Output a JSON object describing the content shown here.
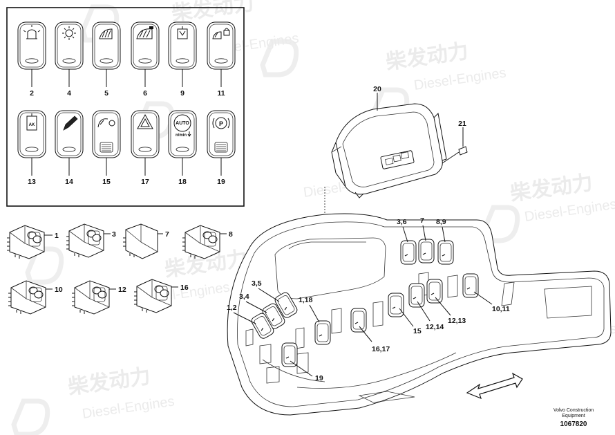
{
  "watermark": {
    "cn": "柴发动力",
    "en": "Diesel-Engines"
  },
  "switch_panel": {
    "row1": [
      {
        "label": "2",
        "icon": "beacon-light-icon"
      },
      {
        "label": "4",
        "icon": "work-light-icon"
      },
      {
        "label": "5",
        "icon": "headlight-icon"
      },
      {
        "label": "6",
        "icon": "rear-work-light-icon"
      },
      {
        "label": "9",
        "icon": "cab-light-icon"
      },
      {
        "label": "11",
        "icon": "locked-light-icon"
      }
    ],
    "row2": [
      {
        "label": "13",
        "icon": "ak-switch-icon",
        "text": "AK"
      },
      {
        "label": "14",
        "icon": "pen-icon"
      },
      {
        "label": "15",
        "icon": "float-mode-icon"
      },
      {
        "label": "17",
        "icon": "hazard-icon"
      },
      {
        "label": "18",
        "icon": "auto-idle-icon",
        "text_top": "AUTO",
        "text_bottom": "n/min"
      },
      {
        "label": "19",
        "icon": "parking-brake-icon",
        "text": "P"
      }
    ]
  },
  "loose_switches": [
    {
      "label": "1"
    },
    {
      "label": "3"
    },
    {
      "label": "7"
    },
    {
      "label": "8"
    },
    {
      "label": "10"
    },
    {
      "label": "12"
    },
    {
      "label": "16"
    }
  ],
  "callouts": {
    "display": "20",
    "screw": "21",
    "c36": "3,6",
    "c7": "7",
    "c89": "8,9",
    "c35": "3,5",
    "c34": "3,4",
    "c12": "1,2",
    "c118": "1,18",
    "c15": "15",
    "c1214": "12,14",
    "c1213": "12,13",
    "c1011": "10,11",
    "c1617": "16,17",
    "c19": "19"
  },
  "footer": {
    "line1": "Volvo Construction",
    "line2": "Equipment",
    "number": "1067820"
  }
}
